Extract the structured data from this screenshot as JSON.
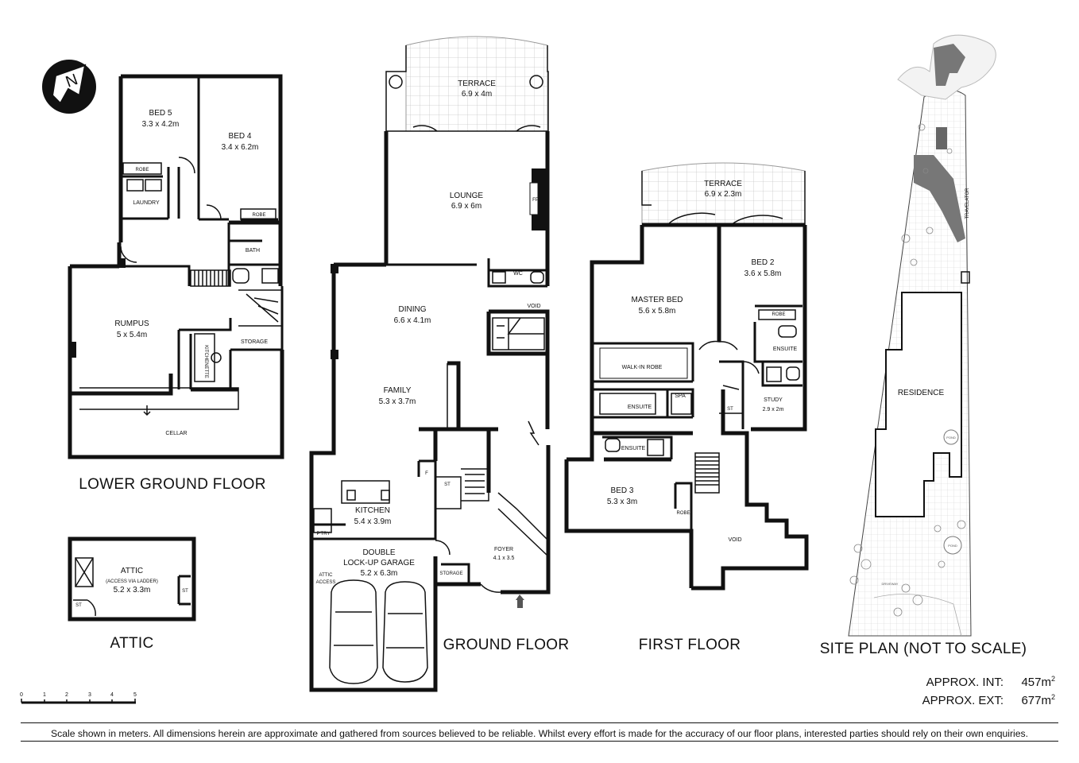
{
  "floors": {
    "lower_ground": "LOWER GROUND FLOOR",
    "attic": "ATTIC",
    "ground": "GROUND FLOOR",
    "first": "FIRST FLOOR",
    "site": "SITE PLAN (NOT TO SCALE)"
  },
  "compass": "N",
  "rooms": {
    "bed5": {
      "name": "BED 5",
      "dim": "3.3 x 4.2m"
    },
    "bed4": {
      "name": "BED 4",
      "dim": "3.4 x 6.2m"
    },
    "robe_a": "ROBE",
    "robe_b": "ROBE",
    "laundry": "LAUNDRY",
    "bath": "BATH",
    "rumpus": {
      "name": "RUMPUS",
      "dim": "5 x 5.4m"
    },
    "kitchenette": "KITCHENETTE",
    "storage_lg": "STORAGE",
    "cellar": "CELLAR",
    "attic": {
      "name": "ATTIC",
      "note": "(ACCESS VIA LADDER)",
      "dim": "5.2 x 3.3m"
    },
    "st_attic_a": "ST",
    "st_attic_b": "ST",
    "terrace_g": {
      "name": "TERRACE",
      "dim": "6.9 x 4m"
    },
    "lounge": {
      "name": "LOUNGE",
      "dim": "6.9 x 6m"
    },
    "fp": "FP",
    "wc": "WC",
    "void_g": "VOID",
    "dining": {
      "name": "DINING",
      "dim": "6.6 x 4.1m"
    },
    "family": {
      "name": "FAMILY",
      "dim": "5.3 x 3.7m"
    },
    "kitchen": {
      "name": "KITCHEN",
      "dim": "5.4 x 3.9m"
    },
    "f": "F",
    "st_g": "ST",
    "ptry": "P'TRY",
    "garage": {
      "line1": "DOUBLE",
      "line2": "LOCK-UP GARAGE",
      "dim": "5.2 x 6.3m"
    },
    "attic_access": {
      "line1": "ATTIC",
      "line2": "ACCESS"
    },
    "storage_g": "STORAGE",
    "foyer": {
      "name": "FOYER",
      "dim": "4.1 x 3.5"
    },
    "terrace_f": {
      "name": "TERRACE",
      "dim": "6.9 x 2.3m"
    },
    "master": {
      "name": "MASTER BED",
      "dim": "5.6 x 5.8m"
    },
    "bed2": {
      "name": "BED 2",
      "dim": "3.6 x 5.8m"
    },
    "robe_c": "ROBE",
    "ensuite_a": "ENSUITE",
    "walkin": "WALK-IN ROBE",
    "spa": "SPA",
    "ensuite_b": "ENSUITE",
    "ensuite_c": "ENSUITE",
    "study": {
      "name": "STUDY",
      "dim": "2.9 x 2m"
    },
    "st_f": "ST",
    "bed3": {
      "name": "BED 3",
      "dim": "5.3 x 3m"
    },
    "robe_d": "ROBE",
    "void_f": "VOID"
  },
  "site": {
    "residence": "RESIDENCE",
    "travelator": "TRAVELATOR",
    "driveway": "DRIVEWAY",
    "pond_a": "POND",
    "pond_b": "POND"
  },
  "scale_ticks": [
    "0",
    "1",
    "2",
    "3",
    "4",
    "5"
  ],
  "areas": {
    "int_label": "APPROX. INT:",
    "int_value": "457m",
    "ext_label": "APPROX. EXT:",
    "ext_value": "677m",
    "sup": "2"
  },
  "disclaimer": "Scale shown in meters. All dimensions herein are approximate and gathered from sources believed to be  reliable. Whilst every effort is made for the accuracy of our floor plans, interested parties should rely on their own enquiries."
}
